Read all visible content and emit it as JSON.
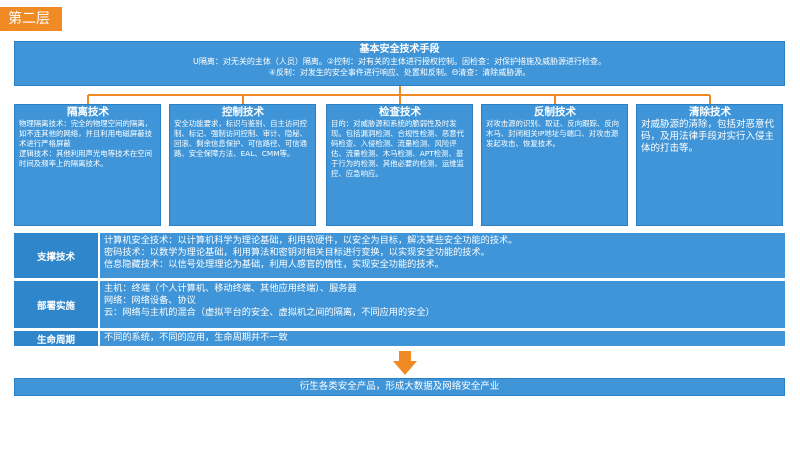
{
  "layer_tag": "第二层",
  "top_box": {
    "title": "基本安全技术手段",
    "lines": [
      "U隔离：对无关的主体（人员）隔离。②控制：对有关的主体进行授权控制。因检查：对保护措施及威胁源进行检查。",
      "④反制：对发生的安全事件进行响应、处置和反制。Θ清查：清除威胁源。"
    ]
  },
  "tech_cards": [
    {
      "title": "隔离技术",
      "body": [
        "物理隔离技术：完全的物理空间的隔离，如不连其他的网络，并且利用电磁屏蔽技术进行严格屏蔽",
        "逻辑技术：其他利用声光电等技术在空间时间及频率上的隔离技术。"
      ]
    },
    {
      "title": "控制技术",
      "body": [
        "安全功能要求，标识与鉴别、自主访问控制、标记、强制访问控制、审计、隐秘、回滚、剩余信息保护、可信路径、可信通路、安全保障方法、EAL、CMM等。"
      ]
    },
    {
      "title": "检查技术",
      "body": [
        "目的：对威胁源和系统的脆弱性及时发现。包括漏洞检测、合规性检测、恶意代码检查、入侵检测、流量检测、风险评估、流量检测、木马检测、APT检测、基于行为的检测、其他必要的检测、运维监控、应急响应。"
      ]
    },
    {
      "title": "反制技术",
      "body": [
        "对攻击源的识别、取证、反向跟踪、反向木马、封闭相关IP地址与端口、对攻击源发起攻击、恢复技术。"
      ]
    },
    {
      "title": "清除技术",
      "body": [
        "对威胁源的清除，包括对恶意代码，及用法律手段对实行入侵主体的打击等。"
      ]
    }
  ],
  "rows": [
    {
      "label": "支撑技术",
      "lines": [
        "计算机安全技术：以计算机科学为理论基础，利用软硬件，以安全为目标，解决某些安全功能的技术。",
        "密码技术：以数学为理论基础，利用算法和密钥对相关目标进行变换，以实现安全功能的技术。",
        "信息隐藏技术：以信号处理理论为基础，利用人感官的惰性，实现安全功能的技术。"
      ]
    },
    {
      "label": "部署实施",
      "lines": [
        "主机：终端（个人计算机、移动终端、其他应用终端）、服务器",
        "网络：网络设备、协议",
        "云：网络与主机的混合（虚拟平台的安全、虚拟机之间的隔离，不同应用的安全）"
      ]
    },
    {
      "label": "生命周期",
      "lines": [
        "不同的系统，不同的应用，生命周期并不一致"
      ]
    }
  ],
  "bottom_box": "衍生各类安全产品，形成大数据及网络安全产业",
  "colors": {
    "box_blue": "#3f95d7",
    "label_blue": "#2f86cb",
    "accent_orange": "#f08a24"
  }
}
